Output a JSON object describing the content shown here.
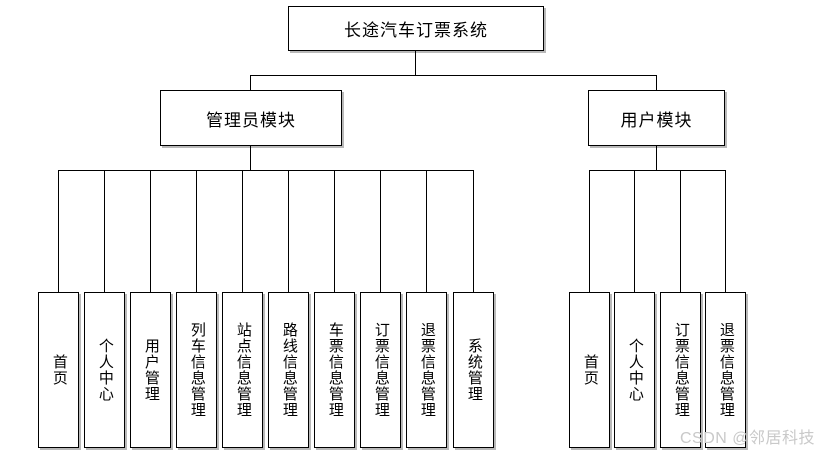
{
  "diagram": {
    "title": "长途汽车订票系统",
    "modules": [
      {
        "id": "admin",
        "label": "管理员模块"
      },
      {
        "id": "user",
        "label": "用户模块"
      }
    ],
    "admin_leaves": [
      {
        "label": "首页"
      },
      {
        "label": "个人中心"
      },
      {
        "label": "用户管理"
      },
      {
        "label": "列车信息管理"
      },
      {
        "label": "站点信息管理"
      },
      {
        "label": "路线信息管理"
      },
      {
        "label": "车票信息管理"
      },
      {
        "label": "订票信息管理"
      },
      {
        "label": "退票信息管理"
      },
      {
        "label": "系统管理"
      }
    ],
    "user_leaves": [
      {
        "label": "首页"
      },
      {
        "label": "个人中心"
      },
      {
        "label": "订票信息管理"
      },
      {
        "label": "退票信息管理"
      }
    ]
  },
  "watermark": {
    "text": "CSDN @邻居科技"
  },
  "colors": {
    "line": "#000000",
    "box_border": "#000000",
    "box_shadow": "#b9b9b9",
    "background": "#ffffff",
    "watermark": "#c9c9c9"
  }
}
